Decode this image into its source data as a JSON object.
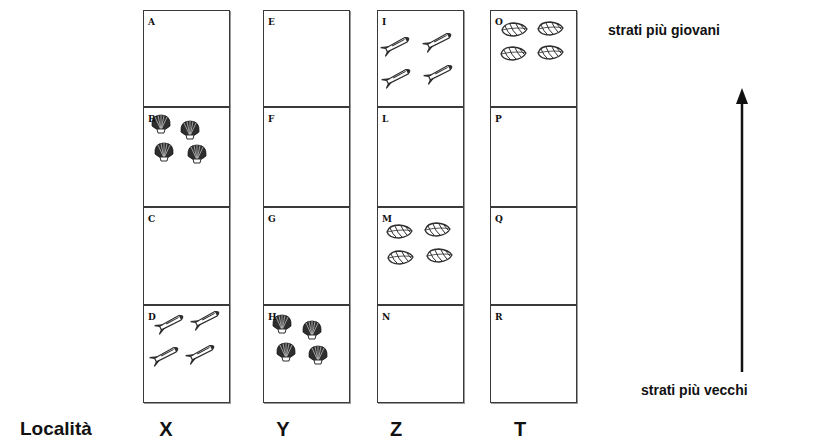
{
  "diagram": {
    "nodes": [
      {
        "text": [
          "A"
        ]
      },
      {
        "text": [
          "E"
        ]
      },
      {
        "text": [
          "I"
        ]
      },
      {
        "text": [
          "O"
        ]
      },
      {
        "text": [
          "B"
        ]
      },
      {
        "text": [
          "F"
        ]
      },
      {
        "text": [
          "L"
        ]
      },
      {
        "text": [
          "P"
        ]
      },
      {
        "text": [
          "C"
        ]
      },
      {
        "text": [
          "G"
        ]
      },
      {
        "text": [
          "M"
        ]
      },
      {
        "text": [
          "Q"
        ]
      },
      {
        "text": [
          "D"
        ]
      },
      {
        "text": [
          "H"
        ]
      },
      {
        "text": [
          "N"
        ]
      },
      {
        "text": [
          "R"
        ]
      }
    ],
    "labels": [
      "strati più giovani",
      "strati più vecchi",
      "Località",
      "X",
      "Y",
      "Z",
      "T"
    ]
  }
}
